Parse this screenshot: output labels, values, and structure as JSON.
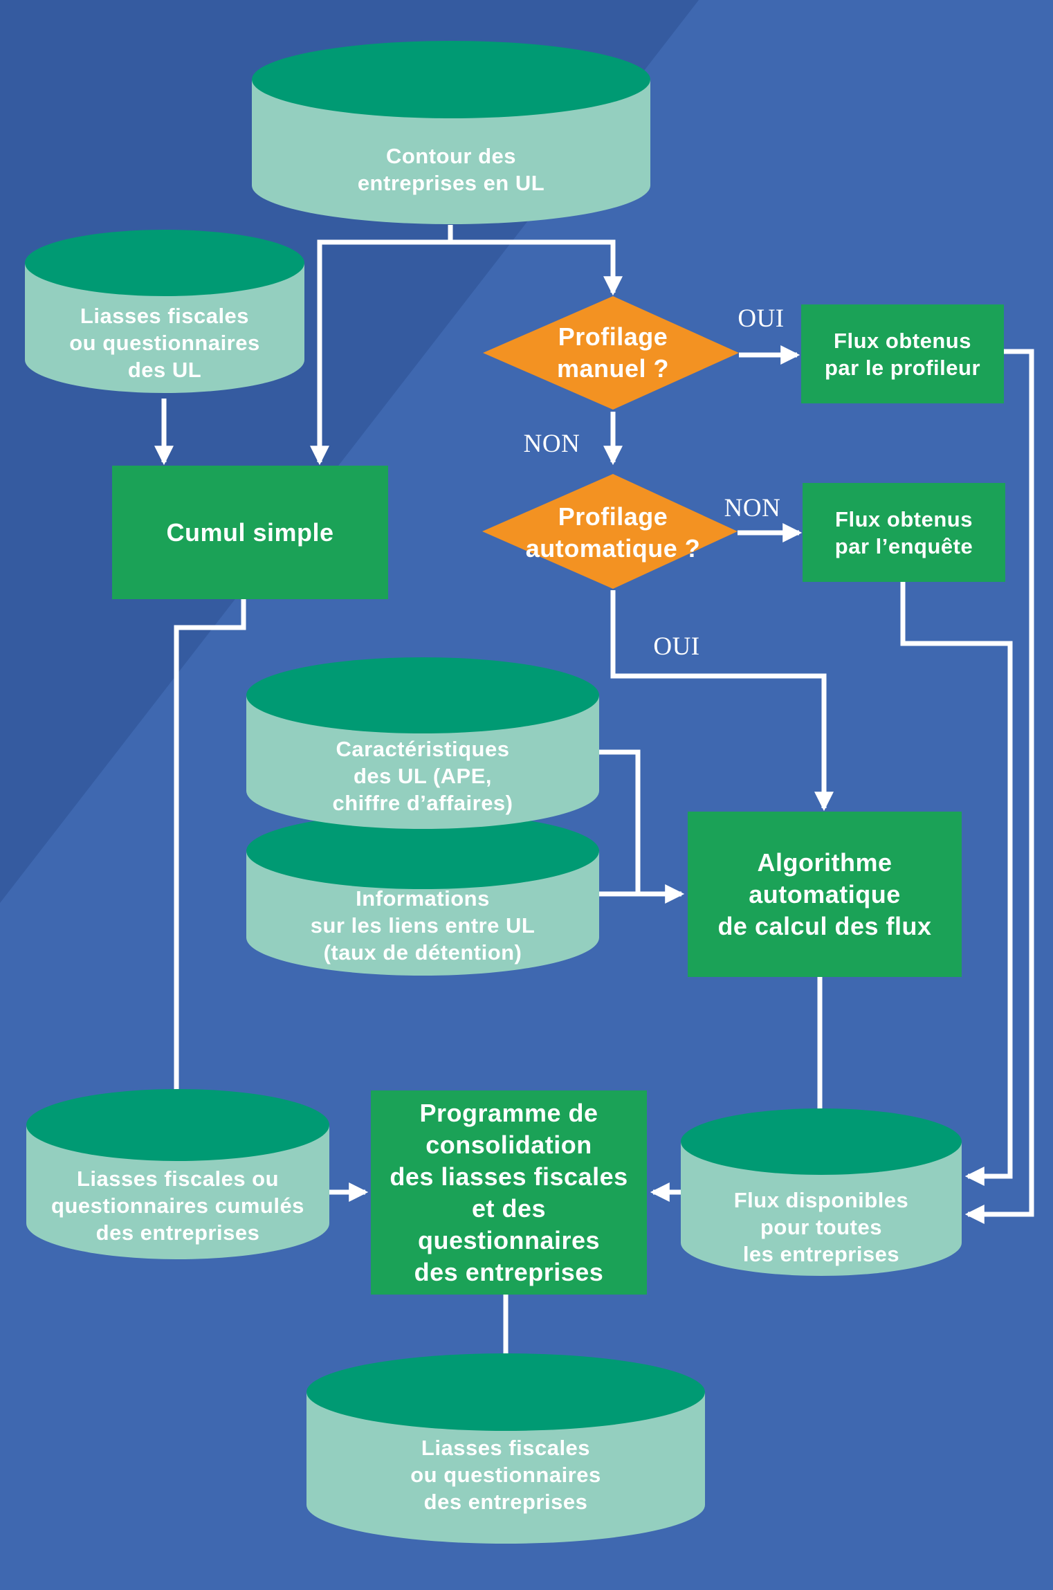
{
  "colors": {
    "background": "#3f68b0",
    "background_dark": "#355ba0",
    "database_top": "#009a73",
    "database_body": "#94cfbf",
    "process_box": "#1ba257",
    "decision": "#f39222",
    "arrow": "#ffffff",
    "text": "#ffffff"
  },
  "nodes": {
    "contour": {
      "label": "Contour des\nentreprises en UL"
    },
    "liasses_ul": {
      "label": "Liasses fiscales\nou questionnaires\ndes UL"
    },
    "cumul_simple": {
      "label": "Cumul simple"
    },
    "profilage_manuel": {
      "label": "Profilage\nmanuel ?"
    },
    "flux_profileur": {
      "label": "Flux obtenus\npar le profileur"
    },
    "profilage_auto": {
      "label": "Profilage\nautomatique ?"
    },
    "flux_enquete": {
      "label": "Flux obtenus\npar l’enquête"
    },
    "caracteristiques": {
      "label": "Caractéristiques\ndes UL (APE,\nchiffre d’affaires)"
    },
    "informations": {
      "label": "Informations\nsur les liens entre UL\n(taux de détention)"
    },
    "algorithme": {
      "label": "Algorithme\nautomatique\nde calcul des flux"
    },
    "liasses_cumules": {
      "label": "Liasses fiscales ou\nquestionnaires cumulés\ndes entreprises"
    },
    "programme": {
      "label": "Programme de\nconsolidation\ndes liasses fiscales\net des\nquestionnaires\ndes entreprises"
    },
    "flux_disponibles": {
      "label": "Flux disponibles\npour toutes\nles entreprises"
    },
    "liasses_entreprises": {
      "label": "Liasses fiscales\nou questionnaires\ndes entreprises"
    }
  },
  "edge_labels": {
    "manuel_oui": "OUI",
    "manuel_non": "NON",
    "auto_non": "NON",
    "auto_oui": "OUI"
  }
}
